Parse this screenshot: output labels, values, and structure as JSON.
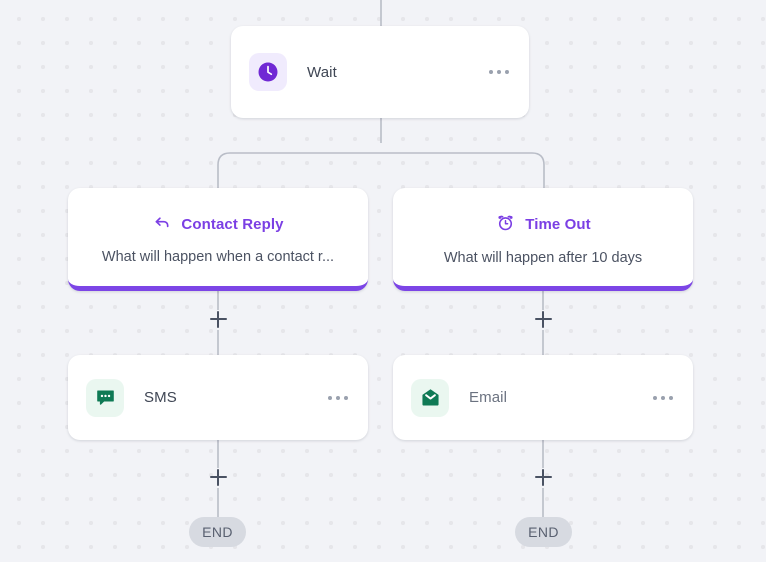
{
  "theme": {
    "canvas_bg": "#f2f3f7",
    "dot_color": "#e6e6ea",
    "accent_purple": "#7b3fe4",
    "branch_bar": "#7c45e6",
    "icon_green": "#10growth",
    "green": "#0f7a55",
    "wire": "#b9bdc7",
    "end_pill_bg": "#d7dae1"
  },
  "nodes": {
    "wait": {
      "label": "Wait",
      "icon": "clock-icon",
      "menu": "more-options"
    },
    "contact_reply": {
      "title": "Contact Reply",
      "icon": "reply-arrow-icon",
      "description": "What will happen when a contact r..."
    },
    "time_out": {
      "title": "Time Out",
      "icon": "alarm-clock-icon",
      "description": "What will happen after 10 days"
    },
    "sms": {
      "label": "SMS",
      "icon": "chat-bubble-icon",
      "menu": "more-options"
    },
    "email": {
      "label": "Email",
      "icon": "envelope-icon",
      "menu": "more-options"
    },
    "end_left": {
      "label": "END"
    },
    "end_right": {
      "label": "END"
    }
  },
  "add_buttons": {
    "left_upper": "+",
    "right_upper": "+",
    "left_lower": "+",
    "right_lower": "+"
  }
}
